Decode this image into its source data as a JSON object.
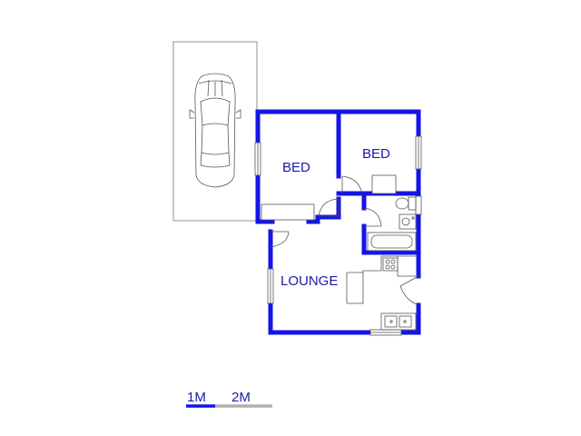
{
  "rooms": {
    "bed_left": "BED",
    "bed_right": "BED",
    "lounge": "LOUNGE"
  },
  "scale": {
    "mark_1": "1M",
    "mark_2": "2M"
  },
  "colors": {
    "wall": "#1414e6",
    "label": "#1a1aa8",
    "scale_bar_primary": "#1414e6",
    "scale_bar_secondary": "#b0b0b0",
    "fixture_line": "#555555"
  },
  "icons": [
    "car-icon",
    "door-swing-icon",
    "window-icon",
    "toilet-icon",
    "basin-icon",
    "bathtub-icon",
    "stove-icon",
    "sink-icon"
  ]
}
